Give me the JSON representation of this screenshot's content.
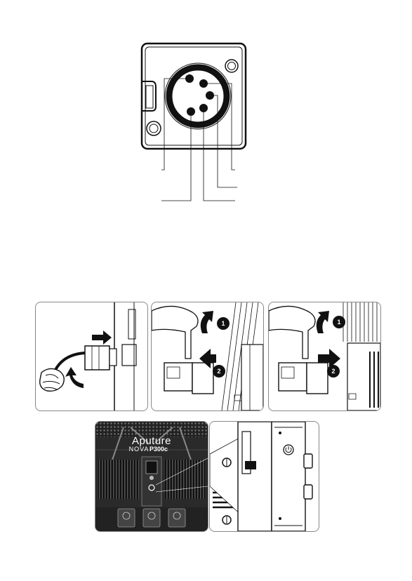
{
  "connector_diagram": {
    "pins": 5,
    "leader_labels": [
      "",
      "",
      "",
      ""
    ]
  },
  "steps": [
    {
      "id": "step-1",
      "markers": []
    },
    {
      "id": "step-2",
      "markers": [
        "1",
        "2"
      ]
    },
    {
      "id": "step-3",
      "markers": [
        "1",
        "2"
      ]
    }
  ],
  "device": {
    "brand": "Aputure",
    "model_prefix": "NOVA",
    "model_name": "P300c"
  },
  "colors": {
    "ink": "#111111",
    "paper": "#ffffff",
    "border": "#888888"
  }
}
